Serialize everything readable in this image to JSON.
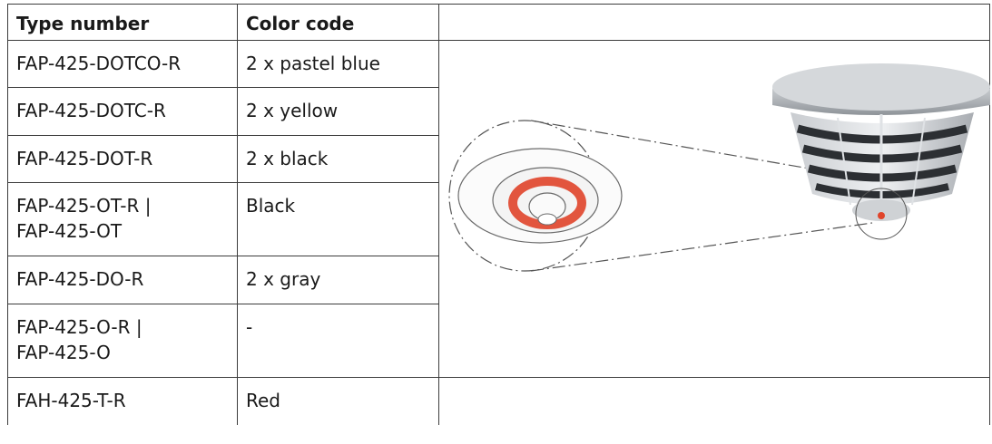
{
  "table": {
    "headers": [
      "Type number",
      "Color code",
      ""
    ],
    "rows": [
      {
        "type": "FAP-425-DOTCO-R",
        "color": "2 x pastel blue"
      },
      {
        "type": "FAP-425-DOTC-R",
        "color": "2 x yellow"
      },
      {
        "type": "FAP-425-DOT-R",
        "color": "2 x black"
      },
      {
        "type": "FAP-425-OT-R |\nFAP-425-OT",
        "color": "Black"
      },
      {
        "type": "FAP-425-DO-R",
        "color": "2 x gray"
      },
      {
        "type": "FAP-425-O-R |\nFAP-425-O",
        "color": "-"
      },
      {
        "type": "FAH-425-T-R",
        "color": "Red"
      }
    ]
  },
  "figure": {
    "icon": "smoke-detector-color-code-illustration",
    "marker_color": "#e0442a"
  }
}
